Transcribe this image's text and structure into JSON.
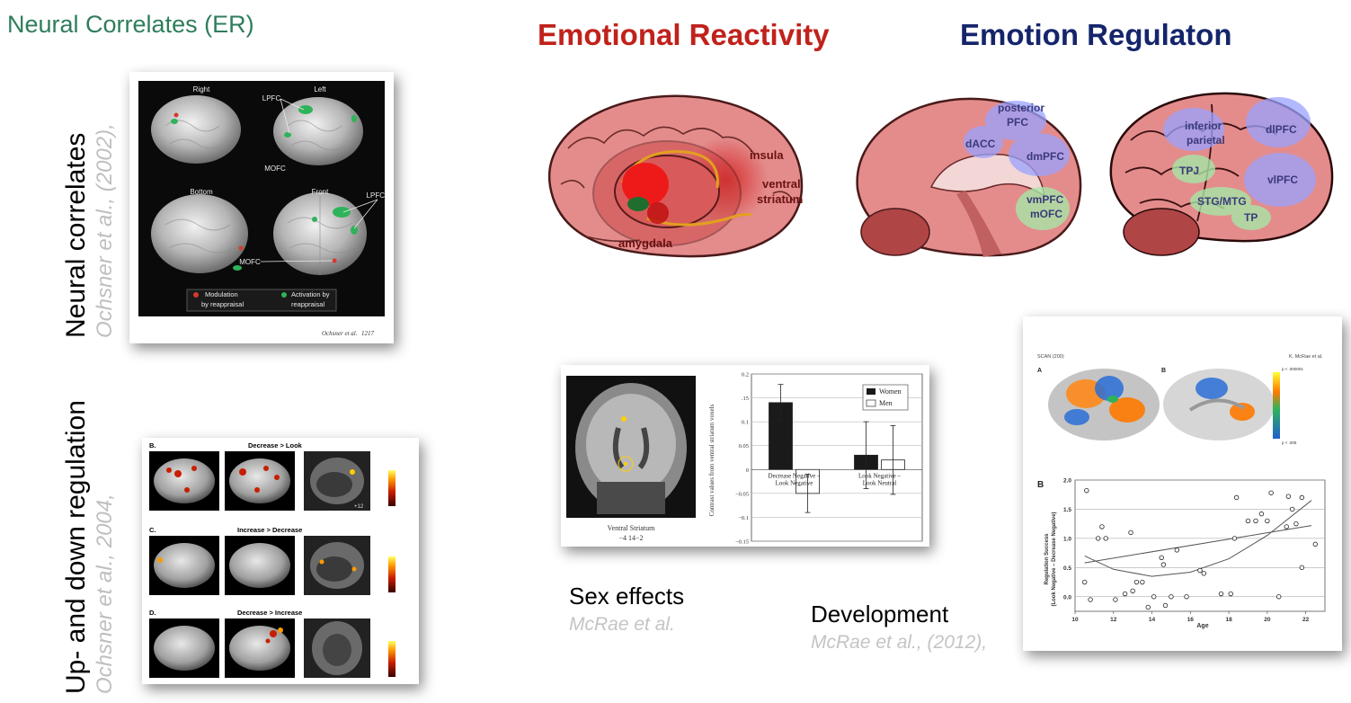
{
  "slide": {
    "title": "Neural Correlates (ER)",
    "reactivity_title": "Emotional Reactivity",
    "regulation_title": "Emotion Regulaton",
    "side_label_1": "Neural correlates",
    "side_cite_1": "Ochsner et al., (2002),",
    "side_label_2": "Up- and down regulation",
    "side_cite_2": "Ochsner et al., 2004,",
    "sex_caption": "Sex effects",
    "sex_cite": "McRae et al.",
    "dev_caption": "Development",
    "dev_cite": "McRae et al., (2012),"
  },
  "fig_ochsner2002": {
    "views": [
      "Right",
      "Left",
      "Bottom",
      "Front"
    ],
    "labels": [
      "LPFC",
      "MOFC",
      "LPFC",
      "MOFC"
    ],
    "legend_red": [
      "Modulation",
      "by reappraisal"
    ],
    "legend_green": [
      "Activation by",
      "reappraisal"
    ],
    "footer": "Ochsner et al.",
    "page": "1217"
  },
  "fig_ochsner2004": {
    "panels": [
      {
        "letter": "B.",
        "title": "Decrease > Look"
      },
      {
        "letter": "C.",
        "title": "Increase > Decrease"
      },
      {
        "letter": "D.",
        "title": "Decrease > Increase"
      }
    ],
    "slice_label": "+12"
  },
  "brain_reactivity": {
    "labels": [
      "insula",
      "ventral",
      "striatum",
      "amygdala"
    ]
  },
  "brain_regulation": {
    "medial_labels": [
      "posterior",
      "PFC",
      "dACC",
      "dmPFC",
      "vmPFC",
      "mOFC"
    ],
    "lateral_labels": [
      "inferior",
      "parietal",
      "dlPFC",
      "TPJ",
      "STG/MTG",
      "vlPFC",
      "TP"
    ]
  },
  "fig_sex": {
    "mri_caption_1": "Ventral Striatum",
    "mri_caption_2": "−4 14−2",
    "ylabel": "Contrast values from ventral striatum voxels",
    "legend": [
      "Women",
      "Men"
    ],
    "colors": {
      "women": "#1a1a1a",
      "men": "#ffffff"
    },
    "chart_data": {
      "type": "bar",
      "categories": [
        [
          "Decrease Negative –",
          "Look Negative"
        ],
        [
          "Look Negative –",
          "Look Neutral"
        ]
      ],
      "series": [
        {
          "name": "Women",
          "values": [
            0.14,
            0.03
          ],
          "err": [
            0.038,
            0.07
          ]
        },
        {
          "name": "Men",
          "values": [
            -0.05,
            0.02
          ],
          "err": [
            0.04,
            0.072
          ]
        }
      ],
      "ylim": [
        -0.15,
        0.2
      ],
      "yticks": [
        {
          "v": 0.2,
          "t": "0.2"
        },
        {
          "v": 0.15,
          "t": ".15"
        },
        {
          "v": 0.1,
          "t": "0.1"
        },
        {
          "v": 0.05,
          "t": "0.05"
        },
        {
          "v": 0,
          "t": "0"
        },
        {
          "v": -0.05,
          "t": "−0.05"
        },
        {
          "v": -0.1,
          "t": "−0.1"
        },
        {
          "v": -0.15,
          "t": "−0.15"
        }
      ]
    }
  },
  "fig_dev": {
    "header_left": "SCAN (200)",
    "header_right": "K. McRae et al.",
    "panel_a": "A",
    "panel_b_top": "B",
    "scale_top": "p < .000001",
    "scale_bottom": "p < .005",
    "chart_data": {
      "type": "scatter",
      "panel": "B",
      "xlabel": "Age",
      "ylabel": "Regulation Success",
      "ylabel2": "(Look Negative – Decrease Negative)",
      "xlim": [
        10,
        23
      ],
      "ylim": [
        -0.25,
        2.0
      ],
      "xticks": [
        10,
        12,
        14,
        16,
        18,
        20,
        22
      ],
      "yticks": [
        {
          "v": 2.0,
          "t": "2.0"
        },
        {
          "v": 1.5,
          "t": "1.5"
        },
        {
          "v": 1.0,
          "t": "1.0"
        },
        {
          "v": 0.5,
          "t": "0.5"
        },
        {
          "v": 0.0,
          "t": "0.0"
        }
      ],
      "points": [
        [
          10.5,
          0.25
        ],
        [
          10.6,
          1.82
        ],
        [
          10.8,
          -0.05
        ],
        [
          11.2,
          1.0
        ],
        [
          11.4,
          1.2
        ],
        [
          11.6,
          1.0
        ],
        [
          12.1,
          -0.05
        ],
        [
          12.6,
          0.05
        ],
        [
          12.9,
          1.1
        ],
        [
          13.0,
          0.1
        ],
        [
          13.2,
          0.25
        ],
        [
          13.5,
          0.25
        ],
        [
          13.8,
          -0.18
        ],
        [
          14.1,
          0.0
        ],
        [
          14.5,
          0.67
        ],
        [
          14.6,
          0.55
        ],
        [
          14.7,
          -0.15
        ],
        [
          15.0,
          0.0
        ],
        [
          15.3,
          0.8
        ],
        [
          15.8,
          0.0
        ],
        [
          16.5,
          0.45
        ],
        [
          16.7,
          0.4
        ],
        [
          17.6,
          0.05
        ],
        [
          18.1,
          0.05
        ],
        [
          18.3,
          1.0
        ],
        [
          18.4,
          1.7
        ],
        [
          19.0,
          1.3
        ],
        [
          19.4,
          1.3
        ],
        [
          19.7,
          1.42
        ],
        [
          20.0,
          1.3
        ],
        [
          20.2,
          1.78
        ],
        [
          20.6,
          0.0
        ],
        [
          21.0,
          1.2
        ],
        [
          21.1,
          1.72
        ],
        [
          21.3,
          1.5
        ],
        [
          21.5,
          1.25
        ],
        [
          21.8,
          0.5
        ],
        [
          21.8,
          1.7
        ],
        [
          22.5,
          0.9
        ]
      ],
      "fit_curve": [
        [
          10.5,
          0.7
        ],
        [
          12,
          0.47
        ],
        [
          14,
          0.35
        ],
        [
          16,
          0.42
        ],
        [
          18,
          0.65
        ],
        [
          20,
          1.05
        ],
        [
          22.3,
          1.65
        ]
      ],
      "fit_line": [
        [
          10.5,
          0.58
        ],
        [
          22.3,
          1.22
        ]
      ]
    }
  }
}
